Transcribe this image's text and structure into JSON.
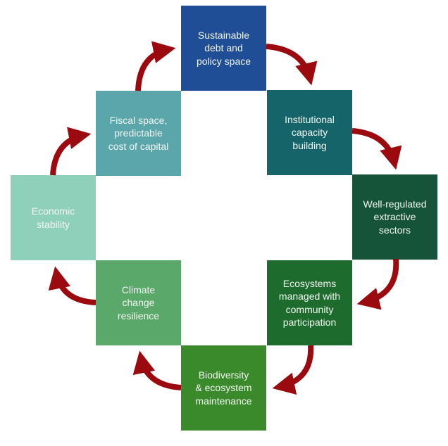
{
  "diagram": {
    "type": "cycle",
    "arrow_color": "#9b0a0f",
    "nodes": [
      {
        "id": "sustainable-debt",
        "label": "Sustainable\ndebt and\npolicy space",
        "color": "#1f4e96"
      },
      {
        "id": "institutional-capacity",
        "label": "Institutional\ncapacity\nbuilding",
        "color": "#14646a"
      },
      {
        "id": "extractive-sectors",
        "label": "Well-regulated\nextractive\nsectors",
        "color": "#16543a"
      },
      {
        "id": "ecosystems-managed",
        "label": "Ecosystems\nmanaged with\ncommunity\nparticipation",
        "color": "#1d6b2d"
      },
      {
        "id": "biodiversity",
        "label": "Biodiversity\n& ecosystem\nmaintenance",
        "color": "#3a8a2c"
      },
      {
        "id": "climate-resilience",
        "label": "Climate\nchange\nresilience",
        "color": "#5aa86a"
      },
      {
        "id": "economic-stability",
        "label": "Economic\nstability",
        "color": "#8fd0bb"
      },
      {
        "id": "fiscal-space",
        "label": "Fiscal space,\npredictable\ncost of capital",
        "color": "#5aa6aa"
      }
    ],
    "edges": [
      {
        "from": "sustainable-debt",
        "to": "institutional-capacity"
      },
      {
        "from": "institutional-capacity",
        "to": "extractive-sectors"
      },
      {
        "from": "extractive-sectors",
        "to": "ecosystems-managed"
      },
      {
        "from": "ecosystems-managed",
        "to": "biodiversity"
      },
      {
        "from": "biodiversity",
        "to": "climate-resilience"
      },
      {
        "from": "climate-resilience",
        "to": "economic-stability"
      },
      {
        "from": "economic-stability",
        "to": "fiscal-space"
      },
      {
        "from": "fiscal-space",
        "to": "sustainable-debt"
      }
    ]
  }
}
